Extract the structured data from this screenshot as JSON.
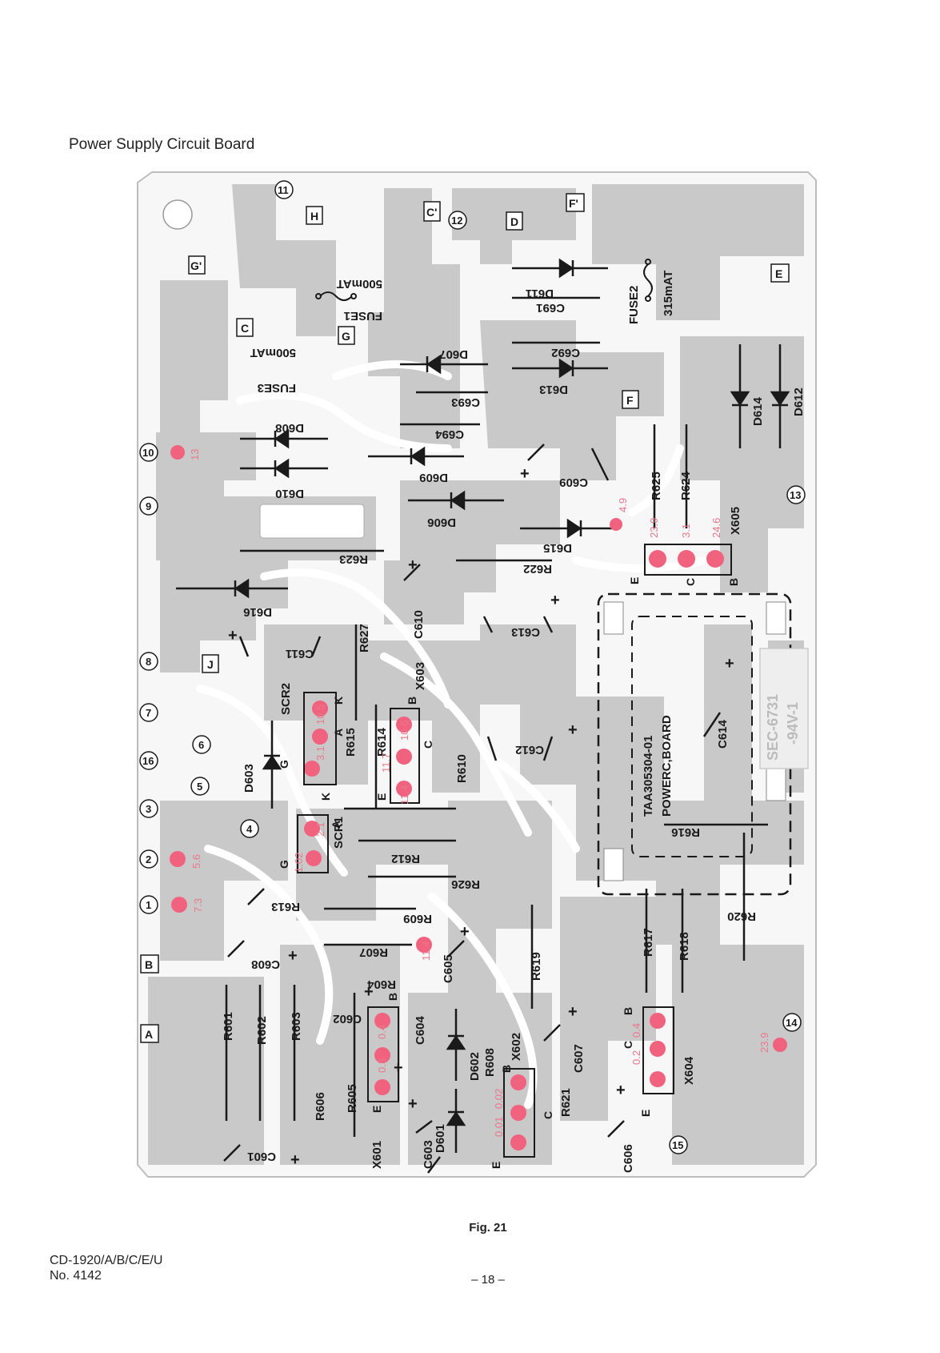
{
  "header": {
    "title": "Power Supply Circuit Board"
  },
  "figure": {
    "caption": "Fig. 21"
  },
  "footer": {
    "model": "CD-1920/A/B/C/E/U",
    "doc_number": "No. 4142",
    "page": "– 18 –"
  },
  "colors": {
    "trace": "#c9c9c9",
    "board_outline": "#bdbdbd",
    "pad": "#f0627e",
    "voltage_text": "#e8788c",
    "ink": "#1a1a1a"
  },
  "board": {
    "part_number": "TAA305304-01",
    "board_name": "POWERC,BOARD",
    "stamp_line1": "SEC-6731",
    "stamp_line2": "-94V-1"
  },
  "connector_markers": [
    "A",
    "B",
    "C",
    "C'",
    "D",
    "E",
    "F",
    "F'",
    "G",
    "G'",
    "H",
    "J"
  ],
  "terminals": [
    "1",
    "2",
    "3",
    "4",
    "5",
    "6",
    "7",
    "8",
    "9",
    "10",
    "11",
    "12",
    "13",
    "14",
    "15",
    "16"
  ],
  "components": {
    "resistors": [
      "R601",
      "R602",
      "R603",
      "R604",
      "R605",
      "R606",
      "R607",
      "R608",
      "R609",
      "R610",
      "R612",
      "R613",
      "R614",
      "R615",
      "R616",
      "R617",
      "R618",
      "R619",
      "R620",
      "R621",
      "R622",
      "R623",
      "R624",
      "R625",
      "R626",
      "R627"
    ],
    "capacitors": [
      "C601",
      "C602",
      "C603",
      "C604",
      "C605",
      "C606",
      "C607",
      "C608",
      "C609",
      "C610",
      "C611",
      "C612",
      "C613",
      "C614",
      "C691",
      "C692",
      "C693",
      "C694"
    ],
    "diodes": [
      "D601",
      "D602",
      "D603",
      "D606",
      "D607",
      "D608",
      "D609",
      "D610",
      "D611",
      "D612",
      "D613",
      "D614",
      "D615",
      "D616"
    ],
    "transistors": [
      "X601",
      "X602",
      "X603",
      "X604",
      "X605"
    ],
    "scrs": [
      "SCR1",
      "SCR2"
    ],
    "fuses": [
      {
        "name": "FUSE1",
        "rating": "500mAT"
      },
      {
        "name": "FUSE2",
        "rating": "315mAT"
      },
      {
        "name": "FUSE3",
        "rating": "500mAT"
      }
    ],
    "pin_letters": [
      "A",
      "K",
      "G",
      "E",
      "B",
      "C"
    ]
  },
  "voltages": [
    "13",
    "4.9",
    "23.9",
    "3.1",
    "24.6",
    "10.5",
    "3.1",
    "10.6",
    "11.7",
    "11.4",
    "1.02",
    "2.1",
    "5.6",
    "7.3",
    "11.4",
    "0.4",
    "0.3",
    "0.02",
    "0.01",
    "0.4",
    "0.2",
    "23.9"
  ]
}
